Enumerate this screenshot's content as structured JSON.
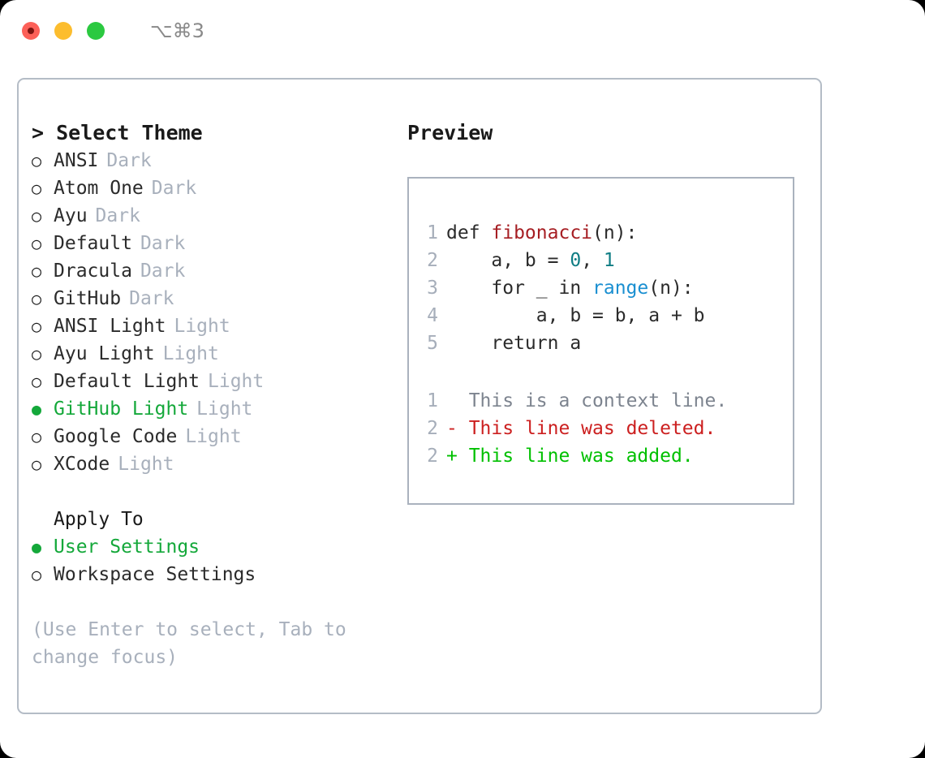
{
  "titlebar": {
    "shortcut": "⌥⌘3",
    "buttons": [
      {
        "name": "close",
        "color": "#fc6058"
      },
      {
        "name": "minimize",
        "color": "#fcbd2e"
      },
      {
        "name": "maximize",
        "color": "#2bc940"
      }
    ]
  },
  "colors": {
    "selected_green": "#14a83a",
    "diff_added": "#00c000",
    "diff_deleted": "#cc2020",
    "muted": "#a8b0bc",
    "border": "#b4bcc6",
    "keyword_func": "#a61e23",
    "number": "#0f7d84",
    "builtin": "#1a8fd1"
  },
  "theme_section": {
    "title": "> Select Theme",
    "items": [
      {
        "marker": "○",
        "label": "ANSI",
        "variant": "Dark",
        "selected": false
      },
      {
        "marker": "○",
        "label": "Atom One",
        "variant": "Dark",
        "selected": false
      },
      {
        "marker": "○",
        "label": "Ayu",
        "variant": "Dark",
        "selected": false
      },
      {
        "marker": "○",
        "label": "Default",
        "variant": "Dark",
        "selected": false
      },
      {
        "marker": "○",
        "label": "Dracula",
        "variant": "Dark",
        "selected": false
      },
      {
        "marker": "○",
        "label": "GitHub",
        "variant": "Dark",
        "selected": false
      },
      {
        "marker": "○",
        "label": "ANSI Light",
        "variant": "Light",
        "selected": false
      },
      {
        "marker": "○",
        "label": "Ayu Light",
        "variant": "Light",
        "selected": false
      },
      {
        "marker": "○",
        "label": "Default Light",
        "variant": "Light",
        "selected": false
      },
      {
        "marker": "●",
        "label": "GitHub Light",
        "variant": "Light",
        "selected": true
      },
      {
        "marker": "○",
        "label": "Google Code",
        "variant": "Light",
        "selected": false
      },
      {
        "marker": "○",
        "label": "XCode",
        "variant": "Light",
        "selected": false
      }
    ]
  },
  "apply_section": {
    "title": "Apply To",
    "items": [
      {
        "marker": "●",
        "label": "User Settings",
        "selected": true
      },
      {
        "marker": "○",
        "label": "Workspace Settings",
        "selected": false
      }
    ]
  },
  "hint": "(Use Enter to select, Tab to change focus)",
  "preview": {
    "title": "Preview",
    "code_lines": [
      {
        "num": "1",
        "tokens": [
          {
            "t": "def ",
            "c": "plain"
          },
          {
            "t": "fibonacci",
            "c": "func"
          },
          {
            "t": "(n):",
            "c": "plain"
          }
        ]
      },
      {
        "num": "2",
        "tokens": [
          {
            "t": "    a, b = ",
            "c": "plain"
          },
          {
            "t": "0",
            "c": "num"
          },
          {
            "t": ", ",
            "c": "plain"
          },
          {
            "t": "1",
            "c": "num"
          }
        ]
      },
      {
        "num": "3",
        "tokens": [
          {
            "t": "    for _ in ",
            "c": "plain"
          },
          {
            "t": "range",
            "c": "call"
          },
          {
            "t": "(n):",
            "c": "plain"
          }
        ]
      },
      {
        "num": "4",
        "tokens": [
          {
            "t": "        a, b = b, a + b",
            "c": "plain"
          }
        ]
      },
      {
        "num": "5",
        "tokens": [
          {
            "t": "    return a",
            "c": "plain"
          }
        ]
      }
    ],
    "diff_lines": [
      {
        "num": "1",
        "prefix": "  ",
        "text": "This is a context line.",
        "kind": "context"
      },
      {
        "num": "2",
        "prefix": "- ",
        "text": "This line was deleted.",
        "kind": "deleted"
      },
      {
        "num": "2",
        "prefix": "+ ",
        "text": "This line was added.",
        "kind": "added"
      }
    ]
  }
}
